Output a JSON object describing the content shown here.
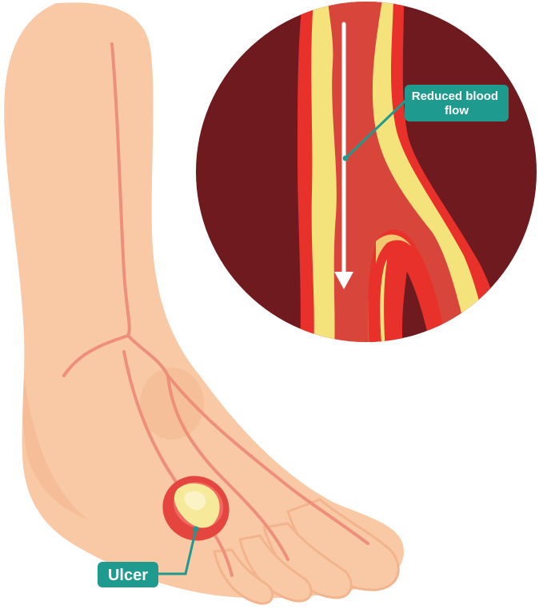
{
  "labels": {
    "blood_flow": [
      "Reduced blood",
      "flow"
    ],
    "ulcer": "Ulcer"
  },
  "colors": {
    "skin": "#f9c9a6",
    "skin_shadow": "#f2b48c",
    "vein": "#ee8f7a",
    "circle_bg": "#6f1a1e",
    "artery_wall": "#e8312b",
    "artery_inner": "#d8463b",
    "plaque": "#f4e27b",
    "callout": "#1f9a8e",
    "ulcer_red": "#e5453f",
    "ulcer_yellow": "#f7e99a"
  },
  "icons": {
    "flow_arrow": "down-arrow-icon"
  }
}
